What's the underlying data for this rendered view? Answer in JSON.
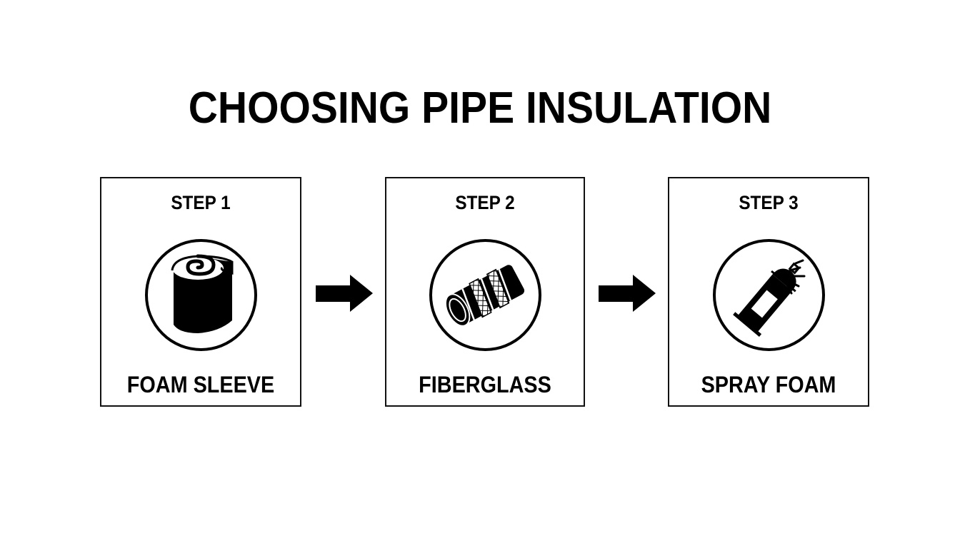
{
  "title": "CHOOSING PIPE INSULATION",
  "steps": [
    {
      "label": "STEP 1",
      "name": "FOAM SLEEVE",
      "icon": "foam-roll-icon"
    },
    {
      "label": "STEP 2",
      "name": "FIBERGLASS",
      "icon": "fiberglass-wrapped-pipe-icon"
    },
    {
      "label": "STEP 3",
      "name": "SPRAY FOAM",
      "icon": "spray-can-icon"
    }
  ],
  "connectors": [
    "arrow-right-icon",
    "arrow-right-icon"
  ],
  "colors": {
    "foreground": "#000000",
    "background": "#ffffff"
  }
}
